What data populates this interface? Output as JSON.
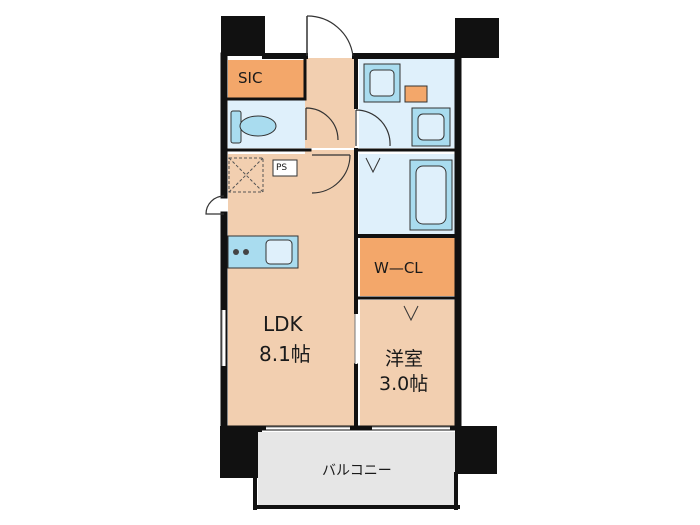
{
  "rooms": {
    "sic": "SIC",
    "ps": "PS",
    "ldk_name": "LDK",
    "ldk_size": "8.1帖",
    "wcl": "W—CL",
    "western_name": "洋室",
    "western_size": "3.0帖",
    "balcony": "バルコニー"
  },
  "colors": {
    "wall": "#111111",
    "floor_wood": "#f2cfb0",
    "wet_area": "#dff0fb",
    "storage": "#f3a76a",
    "balcony": "#e6e6e6",
    "fixture": "#a9dcef"
  }
}
